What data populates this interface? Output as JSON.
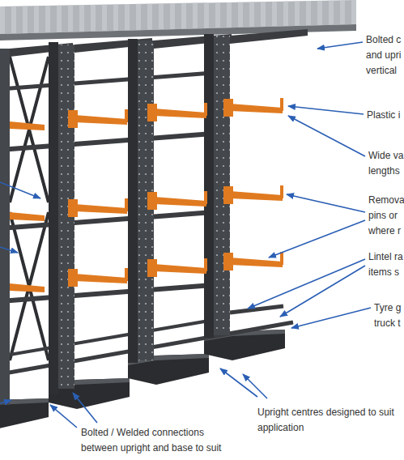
{
  "diagram": {
    "labels": [
      "Bolted c and upri vertical",
      "Plastic i",
      "Wide va lengths",
      "Remova pins or where r",
      "Lintel ra items s",
      "Tyre g truck t",
      "Upright centres designed to suit application",
      "Bolted / Welded connections between upright and base to suit"
    ]
  }
}
